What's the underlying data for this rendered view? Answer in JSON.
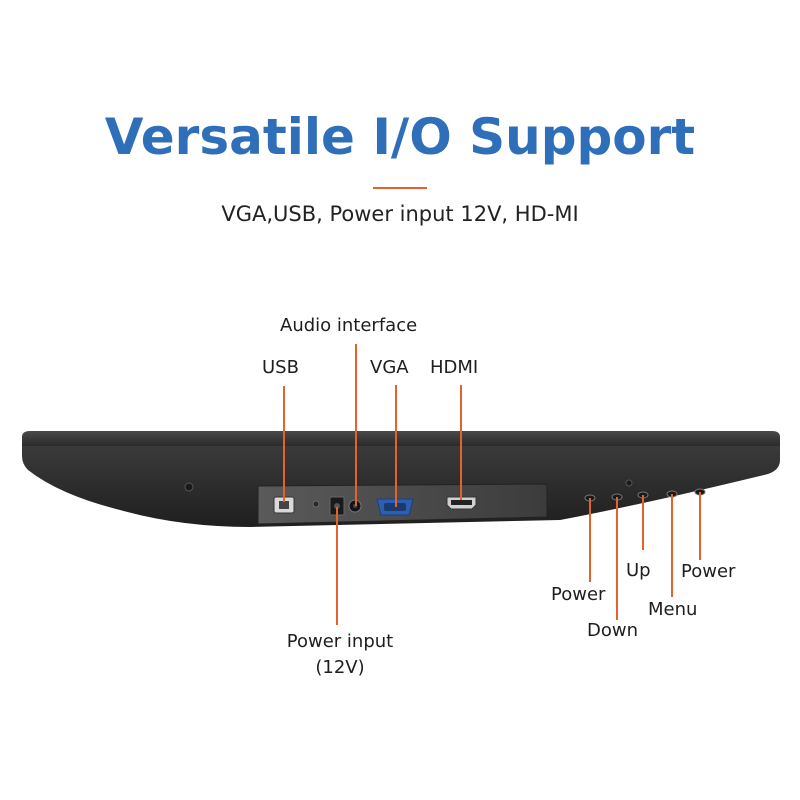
{
  "header": {
    "title": "Versatile I/O Support",
    "subtitle": "VGA,USB, Power input 12V, HD-MI"
  },
  "ports": {
    "audio": "Audio interface",
    "usb": "USB",
    "vga": "VGA",
    "hdmi": "HDMI",
    "power_input_line1": "Power input",
    "power_input_line2": "(12V)"
  },
  "buttons": {
    "power_left": "Power",
    "down": "Down",
    "up": "Up",
    "menu": "Menu",
    "power_right": "Power"
  },
  "colors": {
    "title": "#2f6fba",
    "accent": "#e4622b",
    "device": "#2b2b2b"
  }
}
